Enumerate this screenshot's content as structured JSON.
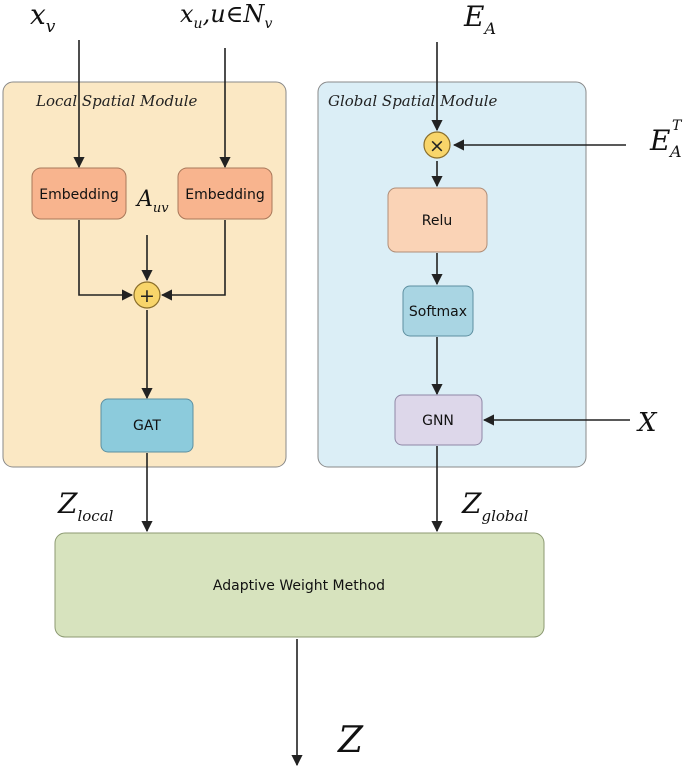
{
  "local_module": {
    "title": "Local Spatial Module",
    "embed_left": "Embedding",
    "embed_right": "Embedding",
    "gat": "GAT",
    "input_left": {
      "base": "x",
      "sub": "v"
    },
    "input_right": {
      "base": "x",
      "sub": "u",
      "rest": ",u∈N",
      "rest_sub": "v"
    },
    "adj": {
      "base": "A",
      "sub": "uv"
    },
    "add_symbol": "+"
  },
  "global_module": {
    "title": "Global Spatial Module",
    "relu": "Relu",
    "softmax": "Softmax",
    "gnn": "GNN",
    "input_top": {
      "base": "E",
      "sub": "A"
    },
    "input_right": {
      "base": "E",
      "sub": "A",
      "sup": "T"
    },
    "input_x": "X",
    "mul_symbol": "×"
  },
  "outputs": {
    "z_local": {
      "base": "Z",
      "sub": "local"
    },
    "z_global": {
      "base": "Z",
      "sub": "global"
    },
    "adaptive": "Adaptive Weight Method",
    "z": "Z"
  },
  "colors": {
    "local_bg": "#fbe8c4",
    "global_bg": "#dbeef6",
    "embedding": "#f8b48e",
    "relu": "#fad3b6",
    "softmax": "#a9d5e3",
    "gat": "#8ccbdc",
    "gnn": "#ddd7ea",
    "adaptive": "#d7e3be",
    "op_circle": "#f8d56a"
  }
}
